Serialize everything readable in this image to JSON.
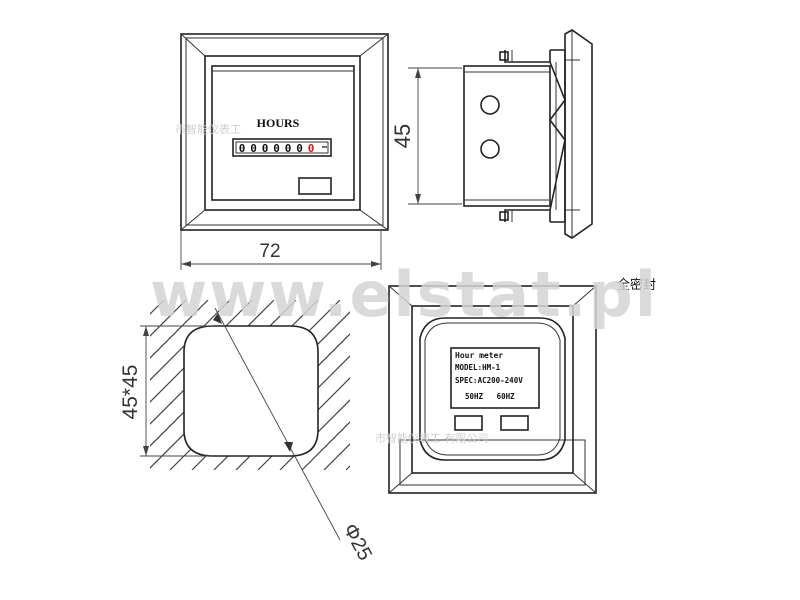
{
  "front_view": {
    "hours_label": "HOURS",
    "digits": [
      "0",
      "0",
      "0",
      "0",
      "0",
      "0",
      "0"
    ],
    "digit_color": "#111111",
    "last_digit_color": "#d11a1a",
    "width_dim": "72"
  },
  "side_view": {
    "height_dim": "45"
  },
  "cutout_view": {
    "size_dim": "45*45",
    "diameter_dim": "Φ25"
  },
  "back_view": {
    "label_title": "Hour meter",
    "label_model": "MODEL:HM-1",
    "label_spec": "SPEC:AC200-240V",
    "label_freq": "50HZ   60HZ"
  },
  "seal_note": "全密封",
  "watermark": "www.elstat.pl"
}
